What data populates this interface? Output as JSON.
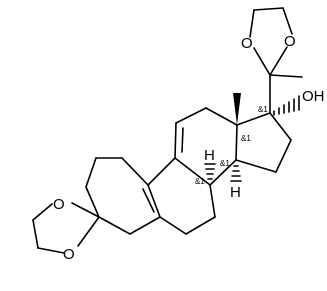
{
  "molecule": {
    "atom_labels": {
      "oxygen": "O",
      "hydroxyl": "OH",
      "hydrogen": "H"
    },
    "stereo_marker": "&1"
  }
}
